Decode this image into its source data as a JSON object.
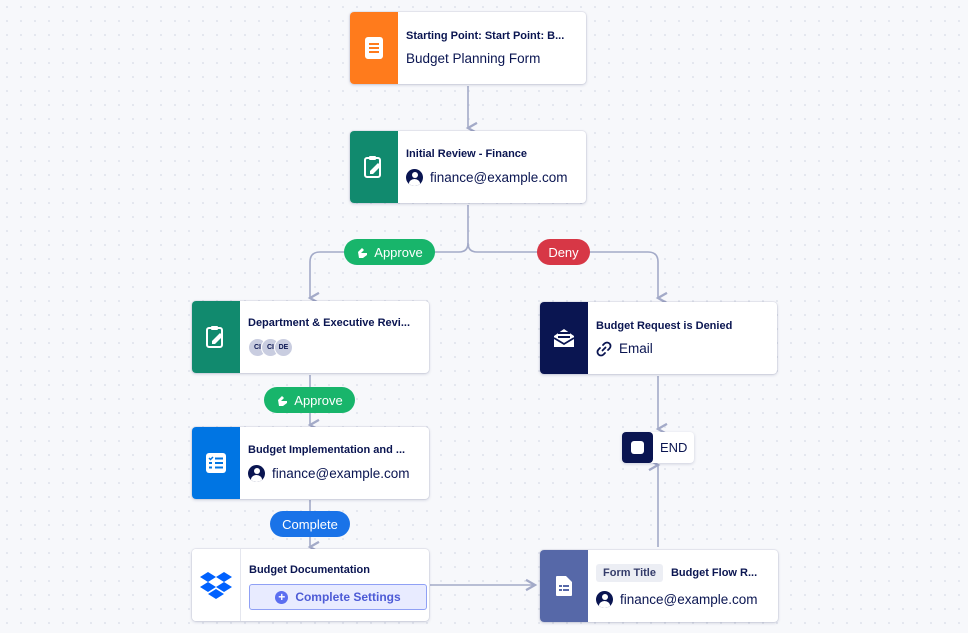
{
  "colors": {
    "orange": "#ff7b1c",
    "green": "#118a6e",
    "navy": "#0a1551",
    "blue": "#0075e3",
    "slate_blue": "#5668a8",
    "approve": "#18b56b",
    "deny": "#d73746",
    "complete": "#1a73e8",
    "edge": "#a3aac8"
  },
  "nodes": {
    "start": {
      "title": "Starting Point: Start Point: B...",
      "subtitle": "Budget Planning Form",
      "icon": "form-document-icon"
    },
    "initial_review": {
      "title": "Initial Review - Finance",
      "assignee": "finance@example.com",
      "icon": "approval-clipboard-icon"
    },
    "dept_review": {
      "title": "Department & Executive Revi...",
      "avatars": [
        "CI",
        "CI",
        "DE"
      ],
      "icon": "approval-clipboard-icon"
    },
    "denied": {
      "title": "Budget Request is Denied",
      "subtitle": "Email",
      "icon": "envelope-icon"
    },
    "implementation": {
      "title": "Budget Implementation and ...",
      "assignee": "finance@example.com",
      "icon": "task-list-icon"
    },
    "documentation": {
      "title": "Budget Documentation",
      "button": "Complete Settings",
      "icon": "dropbox-icon"
    },
    "form_flow": {
      "tag": "Form Title",
      "title": "Budget Flow R...",
      "assignee": "finance@example.com",
      "icon": "document-icon"
    },
    "end": {
      "label": "END"
    }
  },
  "pills": {
    "approve_1": "Approve",
    "deny": "Deny",
    "approve_2": "Approve",
    "complete": "Complete"
  }
}
